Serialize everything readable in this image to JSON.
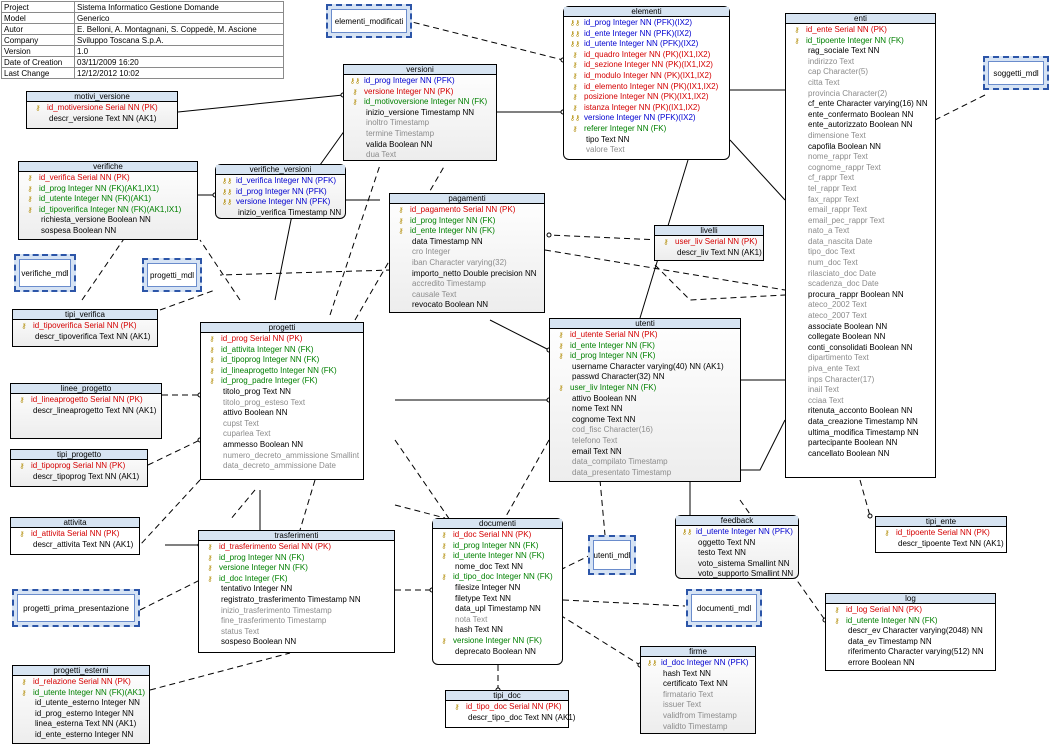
{
  "info": [
    {
      "key": "Project",
      "value": "Sistema Informatico Gestione Domande"
    },
    {
      "key": "Model",
      "value": "Generico"
    },
    {
      "key": "Autor",
      "value": "E. Belloni, A. Montagnani, S. Coppedè, M. Ascione"
    },
    {
      "key": "Company",
      "value": "Sviluppo Toscana S.p.A."
    },
    {
      "key": "Version",
      "value": "1.0"
    },
    {
      "key": "Date of Creation",
      "value": "03/11/2009 16:20"
    },
    {
      "key": "Last Change",
      "value": "12/12/2012 10:02"
    }
  ],
  "views": {
    "elementi_modificati": "elementi_modificati",
    "soggetti_mdl": "soggetti_mdl",
    "verifiche_mdl": "verifiche_mdl",
    "progetti_mdl": "progetti_mdl",
    "utenti_mdl": "utenti_mdl",
    "documenti_mdl": "documenti_mdl",
    "progetti_prima_presentazione": "progetti_prima_presentazione"
  },
  "entities": {
    "motivi_versione": {
      "title": "motivi_versione",
      "attrs": [
        {
          "text": "id_motiversione Serial NN  (PK)",
          "kind": "pk"
        },
        {
          "text": "descr_versione Text NN (AK1)",
          "kind": "plain"
        }
      ]
    },
    "verifiche": {
      "title": "verifiche",
      "attrs": [
        {
          "text": "id_verifica Serial NN  (PK)",
          "kind": "pk"
        },
        {
          "text": "id_prog Integer NN  (FK)(AK1,IX1)",
          "kind": "fk"
        },
        {
          "text": "id_utente Integer NN  (FK)(AK1)",
          "kind": "fk"
        },
        {
          "text": "id_tipoverifica Integer NN  (FK)(AK1,IX1)",
          "kind": "fk"
        },
        {
          "text": "richiesta_versione Boolean NN",
          "kind": "plain"
        },
        {
          "text": "sospesa Boolean NN",
          "kind": "plain"
        }
      ]
    },
    "verifiche_versioni": {
      "title": "verifiche_versioni",
      "attrs": [
        {
          "text": "id_verifica Integer NN  (PFK)",
          "kind": "pfk"
        },
        {
          "text": "id_prog Integer NN  (PFK)",
          "kind": "pfk"
        },
        {
          "text": "versione Integer NN  (PFK)",
          "kind": "pfk"
        },
        {
          "text": "inizio_verifica Timestamp NN",
          "kind": "plain"
        }
      ]
    },
    "versioni": {
      "title": "versioni",
      "attrs": [
        {
          "text": "id_prog Integer NN  (PFK)",
          "kind": "pfk"
        },
        {
          "text": "versione Integer NN  (PK)",
          "kind": "pk"
        },
        {
          "text": "id_motivoversione Integer NN  (FK)",
          "kind": "fk"
        },
        {
          "text": "inizio_versione Timestamp NN",
          "kind": "plain"
        },
        {
          "text": "inoltro Timestamp",
          "kind": "nul"
        },
        {
          "text": "termine Timestamp",
          "kind": "nul"
        },
        {
          "text": "valida Boolean NN",
          "kind": "plain"
        },
        {
          "text": "dua Text",
          "kind": "nul"
        }
      ]
    },
    "elementi": {
      "title": "elementi",
      "attrs": [
        {
          "text": "id_prog Integer NN  (PFK)(IX2)",
          "kind": "pfk"
        },
        {
          "text": "id_ente Integer NN  (PFK)(IX2)",
          "kind": "pfk"
        },
        {
          "text": "id_utente Integer NN  (PFK)(IX2)",
          "kind": "pfk"
        },
        {
          "text": "id_quadro Integer NN  (PK)(IX1,IX2)",
          "kind": "pk"
        },
        {
          "text": "id_sezione Integer NN  (PK)(IX1,IX2)",
          "kind": "pk"
        },
        {
          "text": "id_modulo Integer NN  (PK)(IX1,IX2)",
          "kind": "pk"
        },
        {
          "text": "id_elemento Integer NN  (PK)(IX1,IX2)",
          "kind": "pk"
        },
        {
          "text": "posizione Integer NN  (PK)(IX1,IX2)",
          "kind": "pk"
        },
        {
          "text": "istanza Integer NN  (PK)(IX1,IX2)",
          "kind": "pk"
        },
        {
          "text": "versione Integer NN  (PFK)(IX2)",
          "kind": "pfk"
        },
        {
          "text": "referer Integer NN  (FK)",
          "kind": "fk"
        },
        {
          "text": "tipo Text NN",
          "kind": "plain"
        },
        {
          "text": "valore Text",
          "kind": "nul"
        }
      ]
    },
    "enti": {
      "title": "enti",
      "attrs": [
        {
          "text": "id_ente Serial NN  (PK)",
          "kind": "pk"
        },
        {
          "text": "id_tipoente Integer NN  (FK)",
          "kind": "fk"
        },
        {
          "text": "rag_sociale Text NN",
          "kind": "plain"
        },
        {
          "text": "indirizzo Text",
          "kind": "nul"
        },
        {
          "text": "cap Character(5)",
          "kind": "nul"
        },
        {
          "text": "citta Text",
          "kind": "nul"
        },
        {
          "text": "provincia Character(2)",
          "kind": "nul"
        },
        {
          "text": "cf_ente Character varying(16) NN",
          "kind": "plain"
        },
        {
          "text": "ente_confermato Boolean NN",
          "kind": "plain"
        },
        {
          "text": "ente_autorizzato Boolean NN",
          "kind": "plain"
        },
        {
          "text": "dimensione Text",
          "kind": "nul"
        },
        {
          "text": "capofila Boolean NN",
          "kind": "plain"
        },
        {
          "text": "nome_rappr Text",
          "kind": "nul"
        },
        {
          "text": "cognome_rappr Text",
          "kind": "nul"
        },
        {
          "text": "cf_rappr Text",
          "kind": "nul"
        },
        {
          "text": "tel_rappr Text",
          "kind": "nul"
        },
        {
          "text": "fax_rappr Text",
          "kind": "nul"
        },
        {
          "text": "email_rappr Text",
          "kind": "nul"
        },
        {
          "text": "email_pec_rappr Text",
          "kind": "nul"
        },
        {
          "text": "nato_a Text",
          "kind": "nul"
        },
        {
          "text": "data_nascita Date",
          "kind": "nul"
        },
        {
          "text": "tipo_doc Text",
          "kind": "nul"
        },
        {
          "text": "num_doc Text",
          "kind": "nul"
        },
        {
          "text": "rilasciato_doc Date",
          "kind": "nul"
        },
        {
          "text": "scadenza_doc Date",
          "kind": "nul"
        },
        {
          "text": "procura_rappr Boolean NN",
          "kind": "plain"
        },
        {
          "text": "ateco_2002 Text",
          "kind": "nul"
        },
        {
          "text": "ateco_2007 Text",
          "kind": "nul"
        },
        {
          "text": "associate Boolean NN",
          "kind": "plain"
        },
        {
          "text": "collegate Boolean NN",
          "kind": "plain"
        },
        {
          "text": "conti_consolidati Boolean NN",
          "kind": "plain"
        },
        {
          "text": "dipartimento Text",
          "kind": "nul"
        },
        {
          "text": "piva_ente Text",
          "kind": "nul"
        },
        {
          "text": "inps Character(17)",
          "kind": "nul"
        },
        {
          "text": "inail Text",
          "kind": "nul"
        },
        {
          "text": "cciaa Text",
          "kind": "nul"
        },
        {
          "text": "ritenuta_acconto Boolean NN",
          "kind": "plain"
        },
        {
          "text": "data_creazione Timestamp NN",
          "kind": "plain"
        },
        {
          "text": "ultima_modifica Timestamp NN",
          "kind": "plain"
        },
        {
          "text": "partecipante Boolean NN",
          "kind": "plain"
        },
        {
          "text": "cancellato Boolean NN",
          "kind": "plain"
        }
      ]
    },
    "pagamenti": {
      "title": "pagamenti",
      "attrs": [
        {
          "text": "id_pagamento Serial NN  (PK)",
          "kind": "pk"
        },
        {
          "text": "id_prog Integer NN  (FK)",
          "kind": "fk"
        },
        {
          "text": "id_ente Integer NN  (FK)",
          "kind": "fk"
        },
        {
          "text": "data Timestamp NN",
          "kind": "plain"
        },
        {
          "text": "cro Integer",
          "kind": "nul"
        },
        {
          "text": "iban Character varying(32)",
          "kind": "nul"
        },
        {
          "text": "importo_netto Double precision NN",
          "kind": "plain"
        },
        {
          "text": "accredito Timestamp",
          "kind": "nul"
        },
        {
          "text": "causale Text",
          "kind": "nul"
        },
        {
          "text": "revocato Boolean NN",
          "kind": "plain"
        }
      ]
    },
    "livelli": {
      "title": "livelli",
      "attrs": [
        {
          "text": "user_liv Serial NN  (PK)",
          "kind": "pk"
        },
        {
          "text": "descr_liv Text NN (AK1)",
          "kind": "plain"
        }
      ]
    },
    "tipi_verifica": {
      "title": "tipi_verifica",
      "attrs": [
        {
          "text": "id_tipoverifica Serial NN  (PK)",
          "kind": "pk"
        },
        {
          "text": "descr_tipoverifica Text NN (AK1)",
          "kind": "plain"
        }
      ]
    },
    "progetti": {
      "title": "progetti",
      "attrs": [
        {
          "text": "id_prog Serial NN  (PK)",
          "kind": "pk"
        },
        {
          "text": "id_attivita Integer NN  (FK)",
          "kind": "fk"
        },
        {
          "text": "id_tipoprog Integer NN  (FK)",
          "kind": "fk"
        },
        {
          "text": "id_lineaprogetto Integer NN  (FK)",
          "kind": "fk"
        },
        {
          "text": "id_prog_padre Integer  (FK)",
          "kind": "fk"
        },
        {
          "text": "titolo_prog Text NN",
          "kind": "plain"
        },
        {
          "text": "titolo_prog_esteso Text",
          "kind": "nul"
        },
        {
          "text": "attivo Boolean NN",
          "kind": "plain"
        },
        {
          "text": "cupst Text",
          "kind": "nul"
        },
        {
          "text": "cuparlea Text",
          "kind": "nul"
        },
        {
          "text": "ammesso Boolean NN",
          "kind": "plain"
        },
        {
          "text": "numero_decreto_ammissione Smallint",
          "kind": "nul"
        },
        {
          "text": "data_decreto_ammissione Date",
          "kind": "nul"
        }
      ]
    },
    "utenti": {
      "title": "utenti",
      "attrs": [
        {
          "text": "id_utente Serial NN  (PK)",
          "kind": "pk"
        },
        {
          "text": "id_ente Integer NN  (FK)",
          "kind": "fk"
        },
        {
          "text": "id_prog Integer NN  (FK)",
          "kind": "fk"
        },
        {
          "text": "username Character varying(40) NN (AK1)",
          "kind": "plain"
        },
        {
          "text": "passwd Character(32) NN",
          "kind": "plain"
        },
        {
          "text": "user_liv Integer NN  (FK)",
          "kind": "fk"
        },
        {
          "text": "attivo Boolean NN",
          "kind": "plain"
        },
        {
          "text": "nome Text NN",
          "kind": "plain"
        },
        {
          "text": "cognome Text NN",
          "kind": "plain"
        },
        {
          "text": "cod_fisc Character(16)",
          "kind": "nul"
        },
        {
          "text": "telefono Text",
          "kind": "nul"
        },
        {
          "text": "email Text NN",
          "kind": "plain"
        },
        {
          "text": "data_compilato Timestamp",
          "kind": "nul"
        },
        {
          "text": "data_presentato Timestamp",
          "kind": "nul"
        }
      ]
    },
    "linee_progetto": {
      "title": "linee_progetto",
      "attrs": [
        {
          "text": "id_lineaprogetto Serial NN  (PK)",
          "kind": "pk"
        },
        {
          "text": "descr_lineaprogetto Text NN (AK1)",
          "kind": "plain"
        }
      ]
    },
    "tipi_progetto": {
      "title": "tipi_progetto",
      "attrs": [
        {
          "text": "id_tipoprog Serial NN  (PK)",
          "kind": "pk"
        },
        {
          "text": "descr_tipoprog Text NN (AK1)",
          "kind": "plain"
        }
      ]
    },
    "attivita": {
      "title": "attivita",
      "attrs": [
        {
          "text": "id_attivita Serial NN  (PK)",
          "kind": "pk"
        },
        {
          "text": "descr_attivita Text NN  (AK1)",
          "kind": "plain"
        }
      ]
    },
    "trasferimenti": {
      "title": "trasferimenti",
      "attrs": [
        {
          "text": "id_trasferimento Serial NN  (PK)",
          "kind": "pk"
        },
        {
          "text": "id_prog Integer NN  (FK)",
          "kind": "fk"
        },
        {
          "text": "versione Integer NN  (FK)",
          "kind": "fk"
        },
        {
          "text": "id_doc Integer  (FK)",
          "kind": "fk"
        },
        {
          "text": "tentativo Integer NN",
          "kind": "plain"
        },
        {
          "text": "registrato_trasferimento Timestamp NN",
          "kind": "plain"
        },
        {
          "text": "inizio_trasferimento Timestamp",
          "kind": "nul"
        },
        {
          "text": "fine_trasferimento Timestamp",
          "kind": "nul"
        },
        {
          "text": "status Text",
          "kind": "nul"
        },
        {
          "text": "sospeso Boolean NN",
          "kind": "plain"
        }
      ]
    },
    "documenti": {
      "title": "documenti",
      "attrs": [
        {
          "text": "id_doc Serial NN  (PK)",
          "kind": "pk"
        },
        {
          "text": "id_prog Integer NN  (FK)",
          "kind": "fk"
        },
        {
          "text": "id_utente Integer NN  (FK)",
          "kind": "fk"
        },
        {
          "text": "nome_doc Text NN",
          "kind": "plain"
        },
        {
          "text": "id_tipo_doc Integer NN  (FK)",
          "kind": "fk"
        },
        {
          "text": "filesize Integer NN",
          "kind": "plain"
        },
        {
          "text": "filetype Text NN",
          "kind": "plain"
        },
        {
          "text": "data_upl Timestamp NN",
          "kind": "plain"
        },
        {
          "text": "nota Text",
          "kind": "nul"
        },
        {
          "text": "hash Text NN",
          "kind": "plain"
        },
        {
          "text": "versione Integer NN  (FK)",
          "kind": "fk"
        },
        {
          "text": "deprecato Boolean NN",
          "kind": "plain"
        }
      ]
    },
    "feedback": {
      "title": "feedback",
      "attrs": [
        {
          "text": "id_utente Integer NN  (PFK)",
          "kind": "pfk"
        },
        {
          "text": "oggetto Text NN",
          "kind": "plain"
        },
        {
          "text": "testo Text NN",
          "kind": "plain"
        },
        {
          "text": "voto_sistema Smallint NN",
          "kind": "plain"
        },
        {
          "text": "voto_supporto Smallint NN",
          "kind": "plain"
        }
      ]
    },
    "tipi_ente": {
      "title": "tipi_ente",
      "attrs": [
        {
          "text": "id_tipoente Serial NN  (PK)",
          "kind": "pk"
        },
        {
          "text": "descr_tipoente Text NN  (AK1)",
          "kind": "plain"
        }
      ]
    },
    "log": {
      "title": "log",
      "attrs": [
        {
          "text": "id_log Serial NN  (PK)",
          "kind": "pk"
        },
        {
          "text": "id_utente Integer NN  (FK)",
          "kind": "fk"
        },
        {
          "text": "descr_ev Character varying(2048) NN",
          "kind": "plain"
        },
        {
          "text": "data_ev Timestamp NN",
          "kind": "plain"
        },
        {
          "text": "riferimento Character varying(512) NN",
          "kind": "plain"
        },
        {
          "text": "errore Boolean NN",
          "kind": "plain"
        }
      ]
    },
    "firme": {
      "title": "firme",
      "attrs": [
        {
          "text": "id_doc Integer NN  (PFK)",
          "kind": "pfk"
        },
        {
          "text": "hash Text NN",
          "kind": "plain"
        },
        {
          "text": "certificato Text NN",
          "kind": "plain"
        },
        {
          "text": "firmatario Text",
          "kind": "nul"
        },
        {
          "text": "issuer Text",
          "kind": "nul"
        },
        {
          "text": "validfrom Timestamp",
          "kind": "nul"
        },
        {
          "text": "validto Timestamp",
          "kind": "nul"
        }
      ]
    },
    "progetti_esterni": {
      "title": "progetti_esterni",
      "attrs": [
        {
          "text": "id_relazione Serial NN  (PK)",
          "kind": "pk"
        },
        {
          "text": "id_utente Integer NN  (FK)(AK1)",
          "kind": "fk"
        },
        {
          "text": "id_utente_esterno Integer NN",
          "kind": "plain"
        },
        {
          "text": "id_prog_esterno Integer NN",
          "kind": "plain"
        },
        {
          "text": "linea_esterna Text NN (AK1)",
          "kind": "plain"
        },
        {
          "text": "id_ente_esterno Integer NN",
          "kind": "plain"
        }
      ]
    },
    "tipi_doc": {
      "title": "tipi_doc",
      "attrs": [
        {
          "text": "id_tipo_doc Serial NN  (PK)",
          "kind": "pk"
        },
        {
          "text": "descr_tipo_doc Text NN (AK1)",
          "kind": "plain"
        }
      ]
    }
  }
}
